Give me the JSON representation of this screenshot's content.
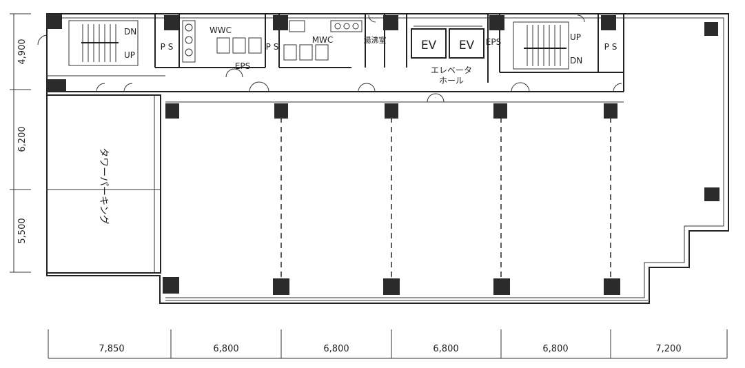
{
  "dimensions": {
    "vertical": [
      "4,900",
      "6,200",
      "5,500"
    ],
    "horizontal": [
      "7,850",
      "6,800",
      "6,800",
      "6,800",
      "6,800",
      "7,200"
    ]
  },
  "rooms": {
    "wwc": "WWC",
    "mwc": "MWC",
    "eps_center": "EPS",
    "ps_1": "P S",
    "ps_2": "P S",
    "ps_3": "P S",
    "eps_right": "EPS",
    "ev_1": "EV",
    "ev_2": "EV",
    "elevator_hall_line1": "エレベータ",
    "elevator_hall_line2": "ホール",
    "storage": "湯沸室",
    "tower_parking": "タワーパーキング"
  },
  "stairs": {
    "left_dn": "DN",
    "left_up": "UP",
    "right_up": "UP",
    "right_dn": "DN"
  }
}
